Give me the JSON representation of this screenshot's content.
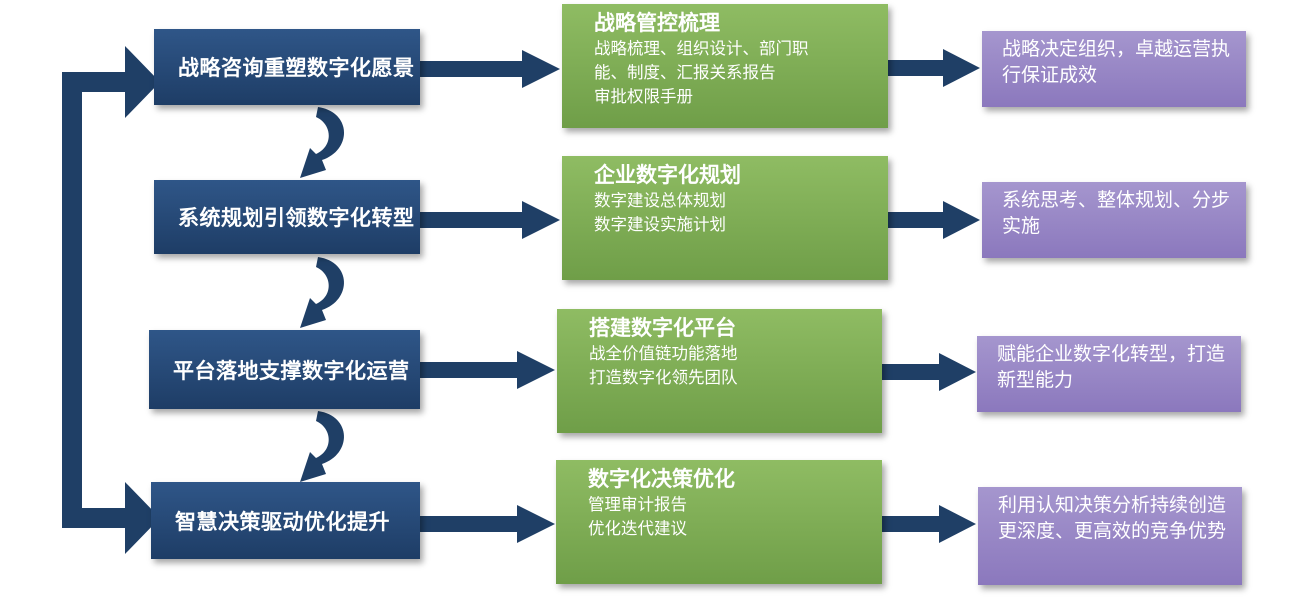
{
  "rows": [
    {
      "stage": "战略咨询重塑数字化愿景",
      "detail_title": "战略管控梳理",
      "detail_lines": [
        "战略梳理、组织设计、部门职",
        "能、制度、汇报关系报告",
        "审批权限手册"
      ],
      "outcome": "战略决定组织，卓越运营执行保证成效"
    },
    {
      "stage": "系统规划引领数字化转型",
      "detail_title": "企业数字化规划",
      "detail_lines": [
        "数字建设总体规划",
        "数字建设实施计划"
      ],
      "outcome": "系统思考、整体规划、分步实施"
    },
    {
      "stage": "平台落地支撑数字化运营",
      "detail_title": "搭建数字化平台",
      "detail_lines": [
        "战全价值链功能落地",
        "打造数字化领先团队"
      ],
      "outcome": "赋能企业数字化转型，打造新型能力"
    },
    {
      "stage": "智慧决策驱动优化提升",
      "detail_title": "数字化决策优化",
      "detail_lines": [
        "管理审计报告",
        "优化迭代建议"
      ],
      "outcome": "利用认知决策分析持续创造更深度、更高效的竞争优势"
    }
  ],
  "colors": {
    "stage_box": "#2a4c7a",
    "detail_box": "#7fae55",
    "outcome_box": "#9886c6",
    "connector": "#1f3f66"
  }
}
